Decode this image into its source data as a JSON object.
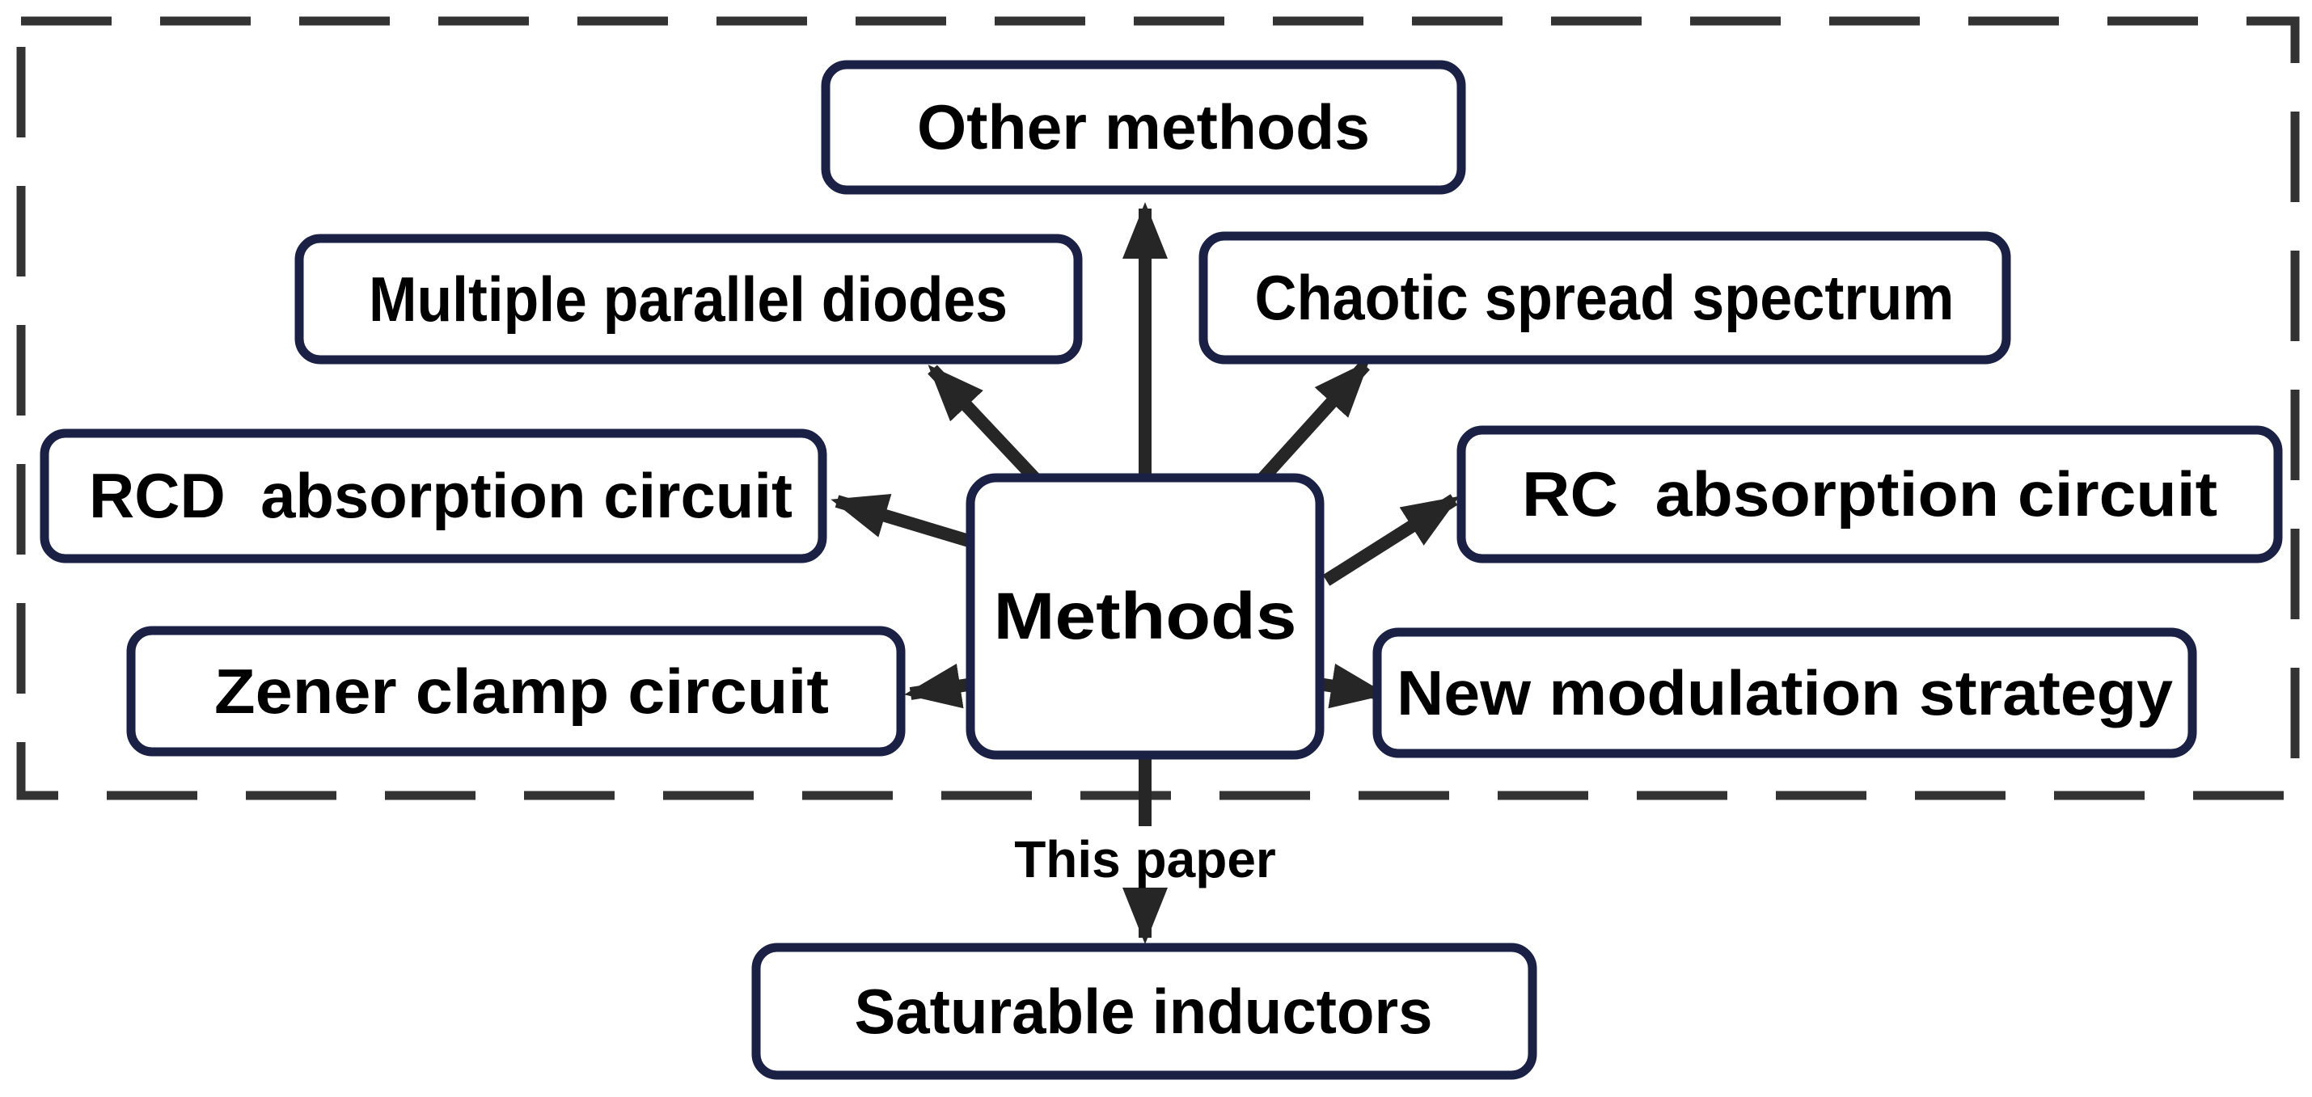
{
  "diagram": {
    "center": {
      "id": "methods",
      "label": "Methods"
    },
    "nodes": [
      {
        "id": "other-methods",
        "label": "Other methods"
      },
      {
        "id": "multiple-parallel-diodes",
        "label": "Multiple parallel diodes"
      },
      {
        "id": "chaotic-spread-spectrum",
        "label": "Chaotic spread spectrum"
      },
      {
        "id": "rcd-absorption-circuit",
        "label": "RCD  absorption circuit"
      },
      {
        "id": "rc-absorption-circuit",
        "label": "RC  absorption circuit"
      },
      {
        "id": "zener-clamp-circuit",
        "label": "Zener clamp circuit"
      },
      {
        "id": "new-modulation-strategy",
        "label": "New modulation strategy"
      },
      {
        "id": "saturable-inductors",
        "label": "Saturable inductors"
      }
    ],
    "bottom_arrow_label": "This paper",
    "edges": [
      {
        "from": "methods",
        "to": "other-methods"
      },
      {
        "from": "methods",
        "to": "multiple-parallel-diodes"
      },
      {
        "from": "methods",
        "to": "chaotic-spread-spectrum"
      },
      {
        "from": "methods",
        "to": "rcd-absorption-circuit"
      },
      {
        "from": "methods",
        "to": "rc-absorption-circuit"
      },
      {
        "from": "methods",
        "to": "zener-clamp-circuit"
      },
      {
        "from": "methods",
        "to": "new-modulation-strategy"
      },
      {
        "from": "methods",
        "to": "saturable-inductors",
        "label": "This paper"
      }
    ],
    "colors": {
      "box_border": "#1a2145",
      "box_fill": "#ffffff",
      "label_text": "#000000",
      "arrow": "#262626",
      "dashed_border": "#333333",
      "background": "#ffffff"
    }
  }
}
